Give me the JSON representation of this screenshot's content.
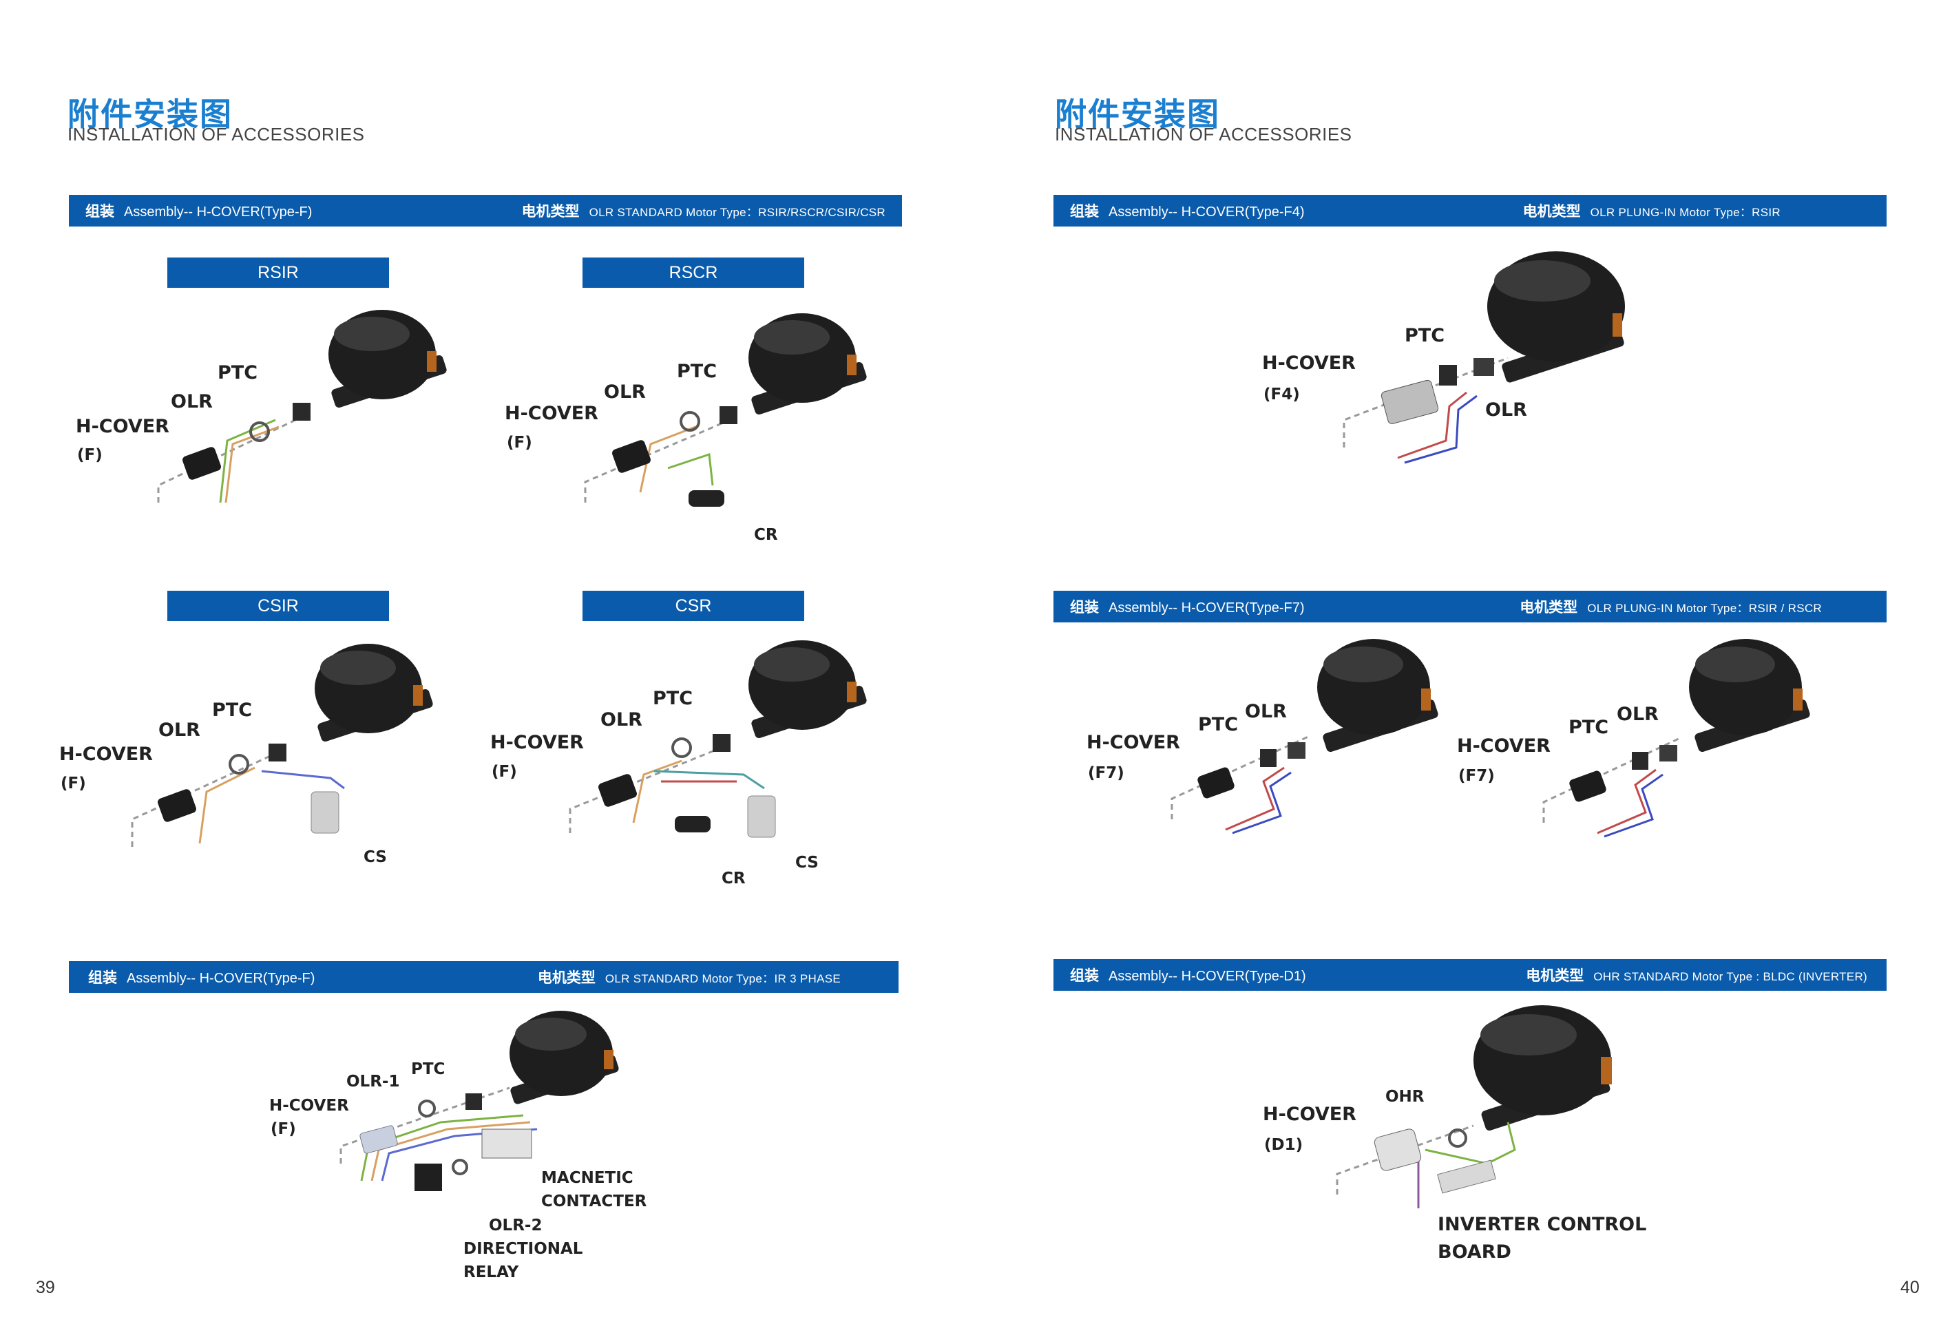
{
  "left_page": {
    "title_zh": "附件安装图",
    "title_en": "INSTALLATION OF ACCESSORIES",
    "bar1": {
      "zh_left": "组装",
      "left": "Assembly-- H-COVER(Type-F)",
      "zh_right": "电机类型",
      "right": "OLR STANDARD Motor Type：RSIR/RSCR/CSIR/CSR"
    },
    "motor_types": [
      "RSIR",
      "RSCR",
      "CSIR",
      "CSR"
    ],
    "bar2": {
      "zh_left": "组装",
      "left": "Assembly-- H-COVER(Type-F)",
      "zh_right": "电机类型",
      "right": "OLR STANDARD Motor Type：IR 3 PHASE"
    },
    "page_number": "39"
  },
  "right_page": {
    "title_zh": "附件安装图",
    "title_en": "INSTALLATION OF ACCESSORIES",
    "bar1": {
      "zh_left": "组装",
      "left": "Assembly-- H-COVER(Type-F4)",
      "zh_right": "电机类型",
      "right": "OLR PLUNG-IN Motor Type：RSIR"
    },
    "bar2": {
      "zh_left": "组装",
      "left": "Assembly-- H-COVER(Type-F7)",
      "zh_right": "电机类型",
      "right": "OLR PLUNG-IN Motor Type：RSIR / RSCR"
    },
    "bar3": {
      "zh_left": "组装",
      "left": "Assembly-- H-COVER(Type-D1)",
      "zh_right": "电机类型",
      "right": "OHR STANDARD  Motor Type : BLDC (INVERTER)"
    },
    "page_number": "40"
  },
  "labels": {
    "ptc": "PTC",
    "olr": "OLR",
    "hcover": "H-COVER",
    "f": "(F)",
    "cr": "CR",
    "cs": "CS",
    "f4": "(F4)",
    "f7": "(F7)",
    "d1": "(D1)",
    "ohr": "OHR",
    "olr1": "OLR-1",
    "olr2": "OLR-2",
    "mc1": "MACNETIC",
    "mc2": "CONTACTER",
    "dr1": "DIRECTIONAL",
    "dr2": "RELAY",
    "icb1": "INVERTER CONTROL",
    "icb2": "BOARD"
  },
  "colors": {
    "accent": "#0a5bab",
    "title": "#1a7fd0"
  }
}
